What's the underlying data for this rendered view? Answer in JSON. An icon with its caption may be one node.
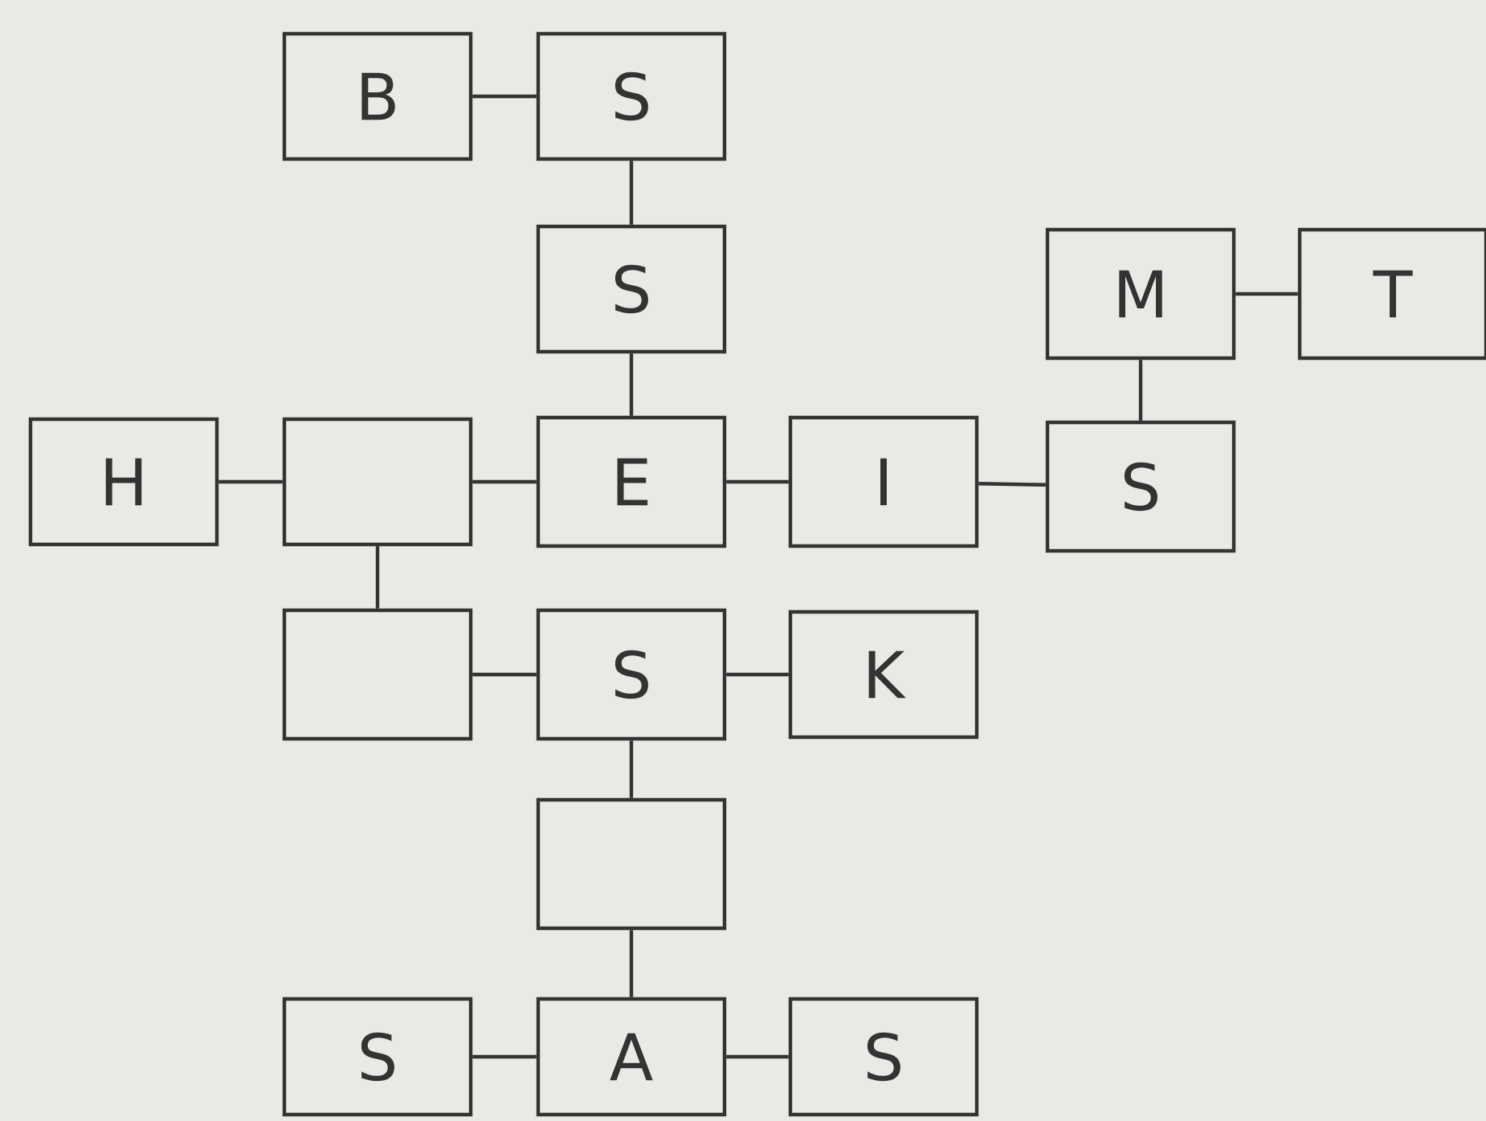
{
  "diagram": {
    "nodes": [
      {
        "text": [
          "B"
        ]
      },
      {
        "text": [
          "S"
        ]
      },
      {
        "text": [
          "S"
        ]
      },
      {
        "text": [
          "M"
        ]
      },
      {
        "text": [
          "T"
        ]
      },
      {
        "text": [
          "H"
        ]
      },
      {
        "text": [],
        "shape": "box"
      },
      {
        "text": [
          "E"
        ]
      },
      {
        "text": [
          "I"
        ]
      },
      {
        "text": [
          "S"
        ]
      },
      {
        "text": [],
        "shape": "box"
      },
      {
        "text": [
          "S"
        ]
      },
      {
        "text": [
          "K"
        ]
      },
      {
        "text": [],
        "shape": "box"
      },
      {
        "text": [
          "S"
        ]
      },
      {
        "text": [
          "A"
        ]
      },
      {
        "text": [
          "S"
        ]
      }
    ],
    "edges": [
      {
        "from": 0,
        "to": 1,
        "arrow": "none"
      },
      {
        "from": 1,
        "to": 2,
        "arrow": "none"
      },
      {
        "from": 2,
        "to": 7,
        "arrow": "none"
      },
      {
        "from": 3,
        "to": 4,
        "arrow": "none"
      },
      {
        "from": 3,
        "to": 9,
        "arrow": "none"
      },
      {
        "from": 5,
        "to": 6,
        "arrow": "none"
      },
      {
        "from": 6,
        "to": 7,
        "arrow": "none"
      },
      {
        "from": 7,
        "to": 8,
        "arrow": "none"
      },
      {
        "from": 8,
        "to": 9,
        "arrow": "none"
      },
      {
        "from": 6,
        "to": 10,
        "arrow": "none"
      },
      {
        "from": 10,
        "to": 11,
        "arrow": "none"
      },
      {
        "from": 11,
        "to": 12,
        "arrow": "none"
      },
      {
        "from": 11,
        "to": 13,
        "arrow": "none"
      },
      {
        "from": 13,
        "to": 15,
        "arrow": "none"
      },
      {
        "from": 14,
        "to": 15,
        "arrow": "none"
      },
      {
        "from": 15,
        "to": 16,
        "arrow": "none"
      }
    ]
  }
}
